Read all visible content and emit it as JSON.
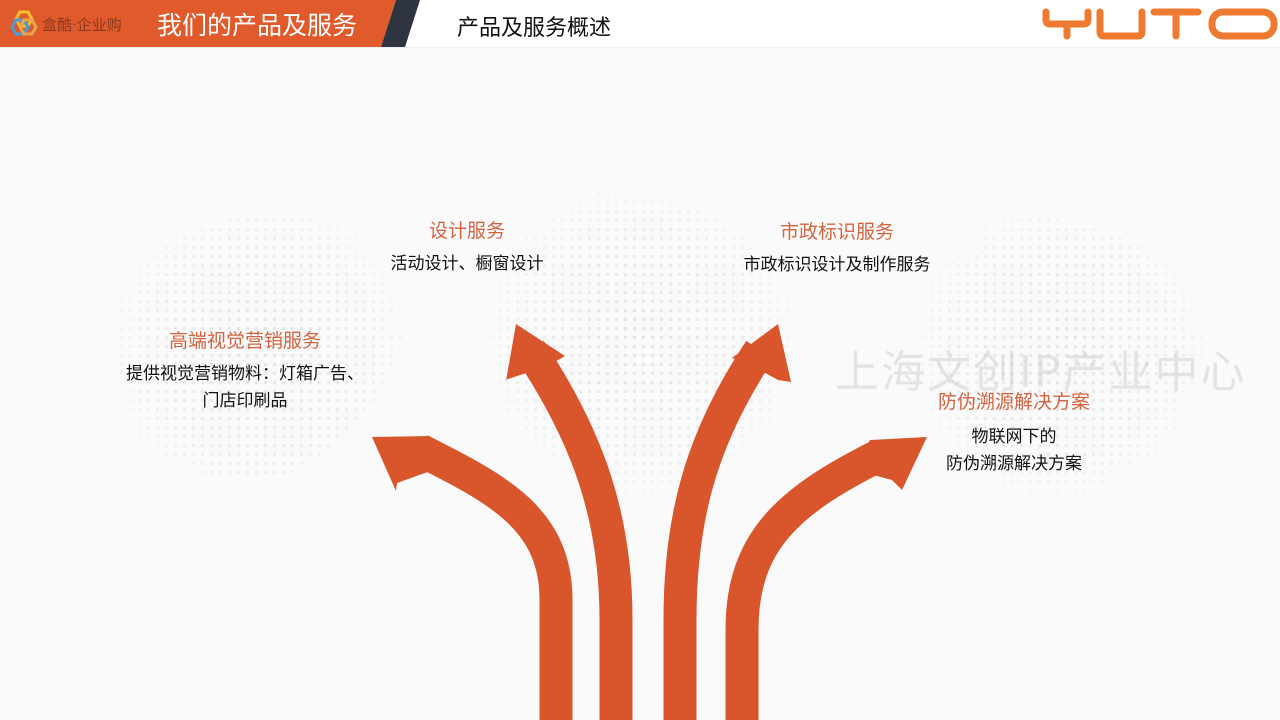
{
  "header": {
    "logo_text": "盒酷·企业购",
    "title": "我们的产品及服务",
    "subtitle": "产品及服务概述",
    "brand": "YUTO"
  },
  "colors": {
    "accent": "#d9562c",
    "header_band": "#e05a2b",
    "slash": "#2e3540",
    "title_orange": "#d4643f",
    "brand_orange": "#ee7a32"
  },
  "watermark": "上海文创IP产业中心",
  "services": [
    {
      "title": "高端视觉营销服务",
      "desc_lines": [
        "提供视觉营销物料：灯箱广告、",
        "门店印刷品"
      ]
    },
    {
      "title": "设计服务",
      "desc_lines": [
        "活动设计、橱窗设计"
      ]
    },
    {
      "title": "市政标识服务",
      "desc_lines": [
        "市政标识设计及制作服务"
      ]
    },
    {
      "title": "防伪溯源解决方案",
      "desc_lines": [
        "物联网下的",
        "防伪溯源解决方案"
      ]
    }
  ]
}
